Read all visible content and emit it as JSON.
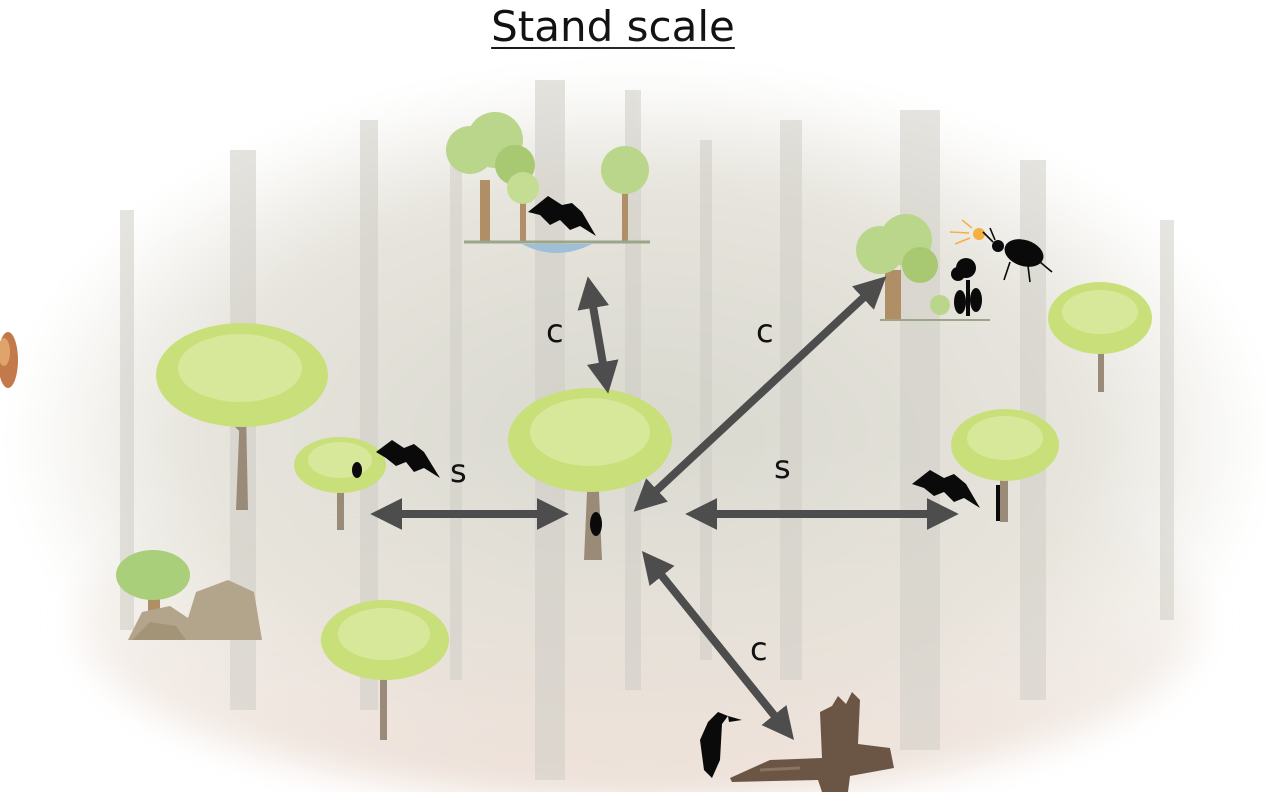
{
  "title": "Stand scale",
  "labels": {
    "top": "c",
    "upper_right": "c",
    "left": "s",
    "right": "s",
    "bottom": "c"
  },
  "colors": {
    "arrow": "#4d4d4d",
    "foliage": "#c9df7a",
    "foliage_dark": "#a9c64f",
    "trunk": "#9a8a78",
    "rock": "#b3a48c",
    "water": "#9fbfd8",
    "deadwood": "#6b5646",
    "silhouette": "#0a0a0a"
  }
}
